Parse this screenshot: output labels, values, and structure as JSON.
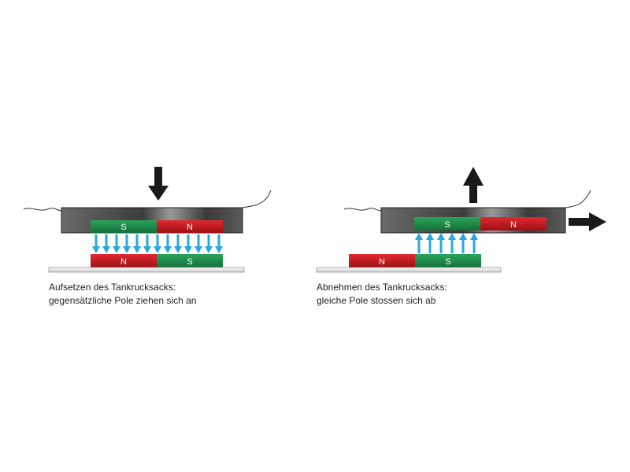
{
  "colors": {
    "north_pole": "#c4161c",
    "south_pole": "#1e8a4a",
    "field_arrow": "#29a8e0",
    "motion_arrow": "#1a1a1a",
    "bag_plate": "#555555",
    "base_plate": "#e8e8e8"
  },
  "panels": [
    {
      "caption_line1": "Aufsetzen des Tankrucksacks:",
      "caption_line2": "gegensätzliche Pole ziehen sich an",
      "top_magnet": {
        "left_pole": "S",
        "right_pole": "N"
      },
      "bottom_magnet": {
        "left_pole": "N",
        "right_pole": "S"
      },
      "field_direction": "down",
      "motion_arrows": [
        "down"
      ]
    },
    {
      "caption_line1": "Abnehmen des Tankrucksacks:",
      "caption_line2": "gleiche Pole stossen sich ab",
      "top_magnet": {
        "left_pole": "S",
        "right_pole": "N"
      },
      "bottom_magnet": {
        "left_pole": "N",
        "right_pole": "S"
      },
      "field_direction": "up",
      "motion_arrows": [
        "up",
        "right"
      ]
    }
  ]
}
